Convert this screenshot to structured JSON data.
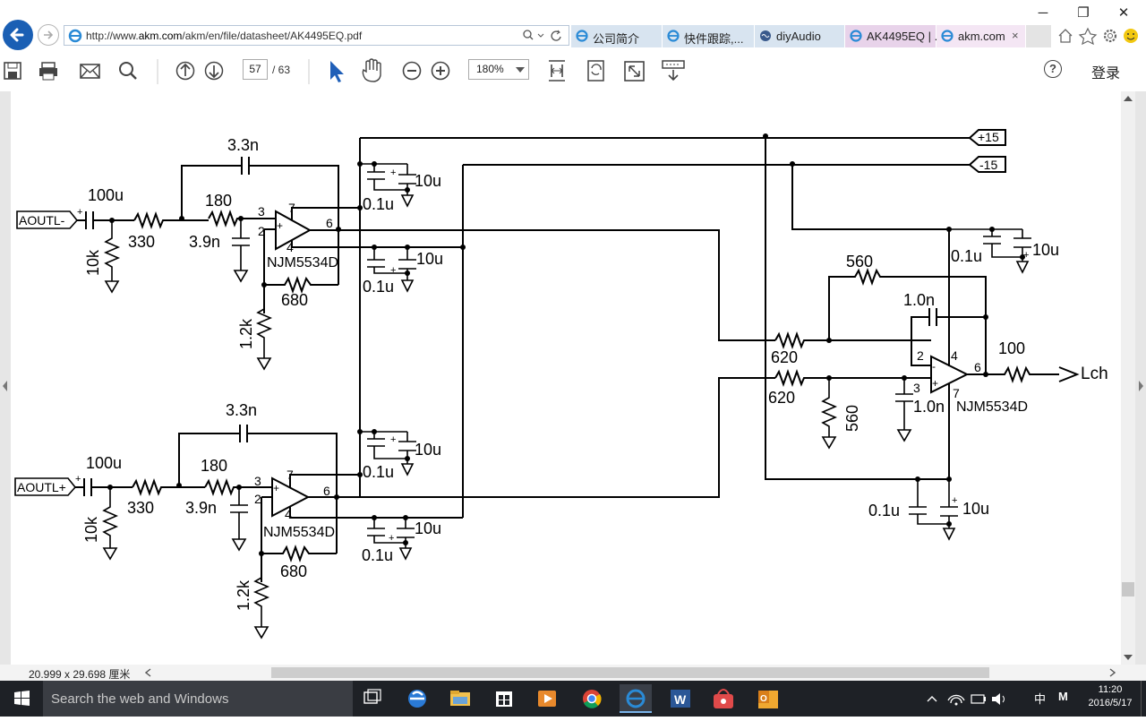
{
  "browser": {
    "url_prefix": "http://www.",
    "url_domain": "akm.com",
    "url_suffix": "/akm/en/file/datasheet/AK4495EQ.pdf",
    "tabs": [
      {
        "label": "公司简介"
      },
      {
        "label": "快件跟踪,..."
      },
      {
        "label": "diyAudio"
      },
      {
        "label": "AK4495EQ | ..."
      },
      {
        "label": "akm.com",
        "close": "×"
      }
    ],
    "window_controls": {
      "minimize": "─",
      "restore": "❐",
      "close": "✕"
    }
  },
  "pdf_toolbar": {
    "page_current": "57",
    "page_total": "/ 63",
    "zoom": "180%",
    "help": "?",
    "login": "登录"
  },
  "status": {
    "page_size": "20.999 x 29.698 厘米"
  },
  "taskbar": {
    "search_placeholder": "Search the web and Windows",
    "time": "11:20",
    "date": "2016/5/17",
    "ime": "中",
    "ime_mode": "M"
  },
  "schematic": {
    "stage1": {
      "input": "AOUTL-",
      "c_in": "100u",
      "r_in": "330",
      "r_gnd": "10k",
      "r_series": "180",
      "c_filter": "3.9n",
      "c_fb": "3.3n",
      "opamp": "NJM5534D",
      "r_fb": "680",
      "r_gnd2": "1.2k",
      "pins": {
        "p3": "3",
        "p2": "2",
        "p7": "7",
        "p6": "6",
        "p4": "4"
      },
      "decoup": {
        "top_cer": "0.1u",
        "top_el": "10u",
        "bot_cer": "0.1u",
        "bot_el": "10u"
      }
    },
    "stage2": {
      "input": "AOUTL+",
      "c_in": "100u",
      "r_in": "330",
      "r_gnd": "10k",
      "r_series": "180",
      "c_filter": "3.9n",
      "c_fb": "3.3n",
      "opamp": "NJM5534D",
      "r_fb": "680",
      "r_gnd2": "1.2k",
      "pins": {
        "p3": "3",
        "p2": "2",
        "p7": "7",
        "p6": "6",
        "p4": "4"
      },
      "decoup": {
        "top_cer": "0.1u",
        "top_el": "10u",
        "bot_cer": "0.1u",
        "bot_el": "10u"
      }
    },
    "diff": {
      "r_inm": "620",
      "r_inp": "620",
      "r_fb": "560",
      "c_fb": "1.0n",
      "r_gnd": "560",
      "c_gnd": "1.0n",
      "opamp": "NJM5534D",
      "r_out": "100",
      "output": "Lch",
      "pins": {
        "p2": "2",
        "p3": "3",
        "p4": "4",
        "p6": "6",
        "p7": "7"
      },
      "decoup": {
        "top_cer": "0.1u",
        "top_el": "10u",
        "bot_cer": "0.1u",
        "bot_el": "10u"
      }
    },
    "rails": {
      "pos": "+15",
      "neg": "-15"
    }
  }
}
